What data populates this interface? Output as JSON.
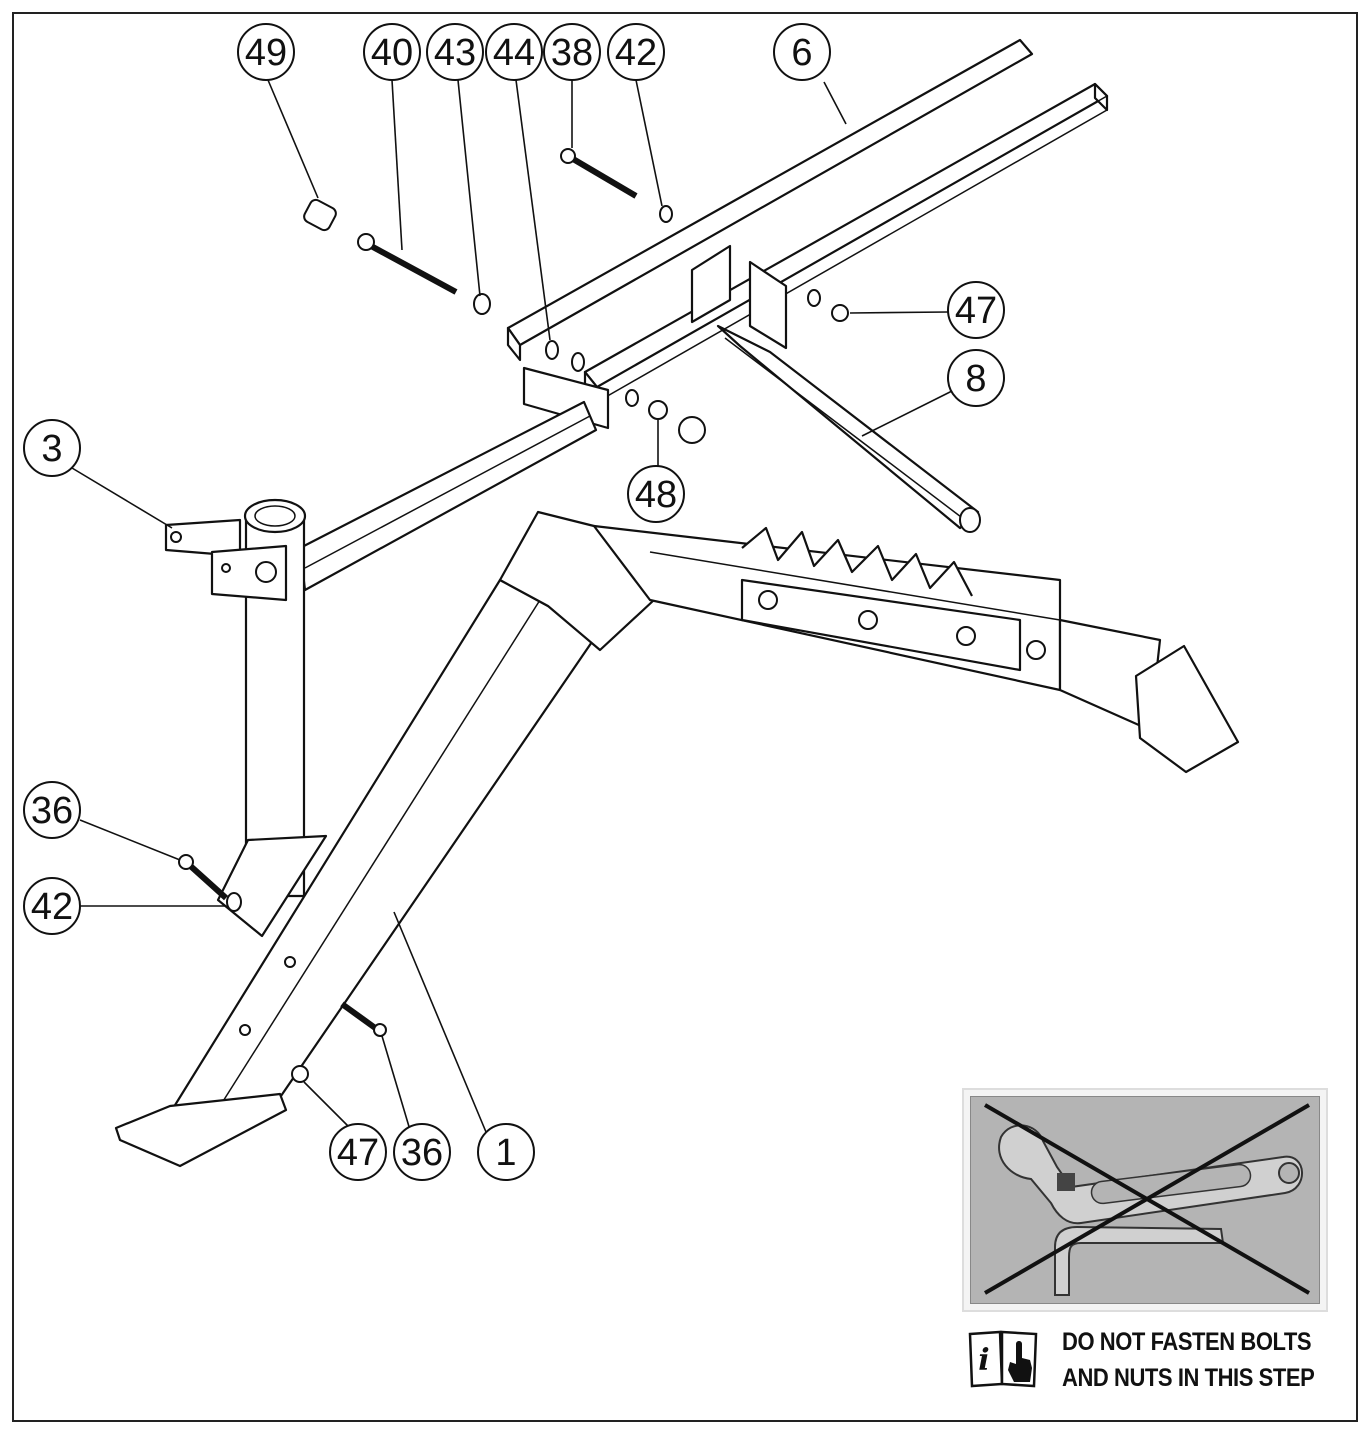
{
  "callouts": {
    "c49": "49",
    "c40": "40",
    "c43": "43",
    "c44": "44",
    "c38": "38",
    "c42_top": "42",
    "c6": "6",
    "c47_right": "47",
    "c8": "8",
    "c48": "48",
    "c3": "3",
    "c36_left": "36",
    "c42_left": "42",
    "c47_bottom": "47",
    "c36_bottom": "36",
    "c1": "1"
  },
  "warning": {
    "icons": [
      "wrench-icon",
      "hex-key-icon",
      "cross-out-icon",
      "info-manual-icon"
    ],
    "note_line1": "DO NOT FASTEN BOLTS",
    "note_line2": "AND NUTS IN THIS STEP"
  }
}
